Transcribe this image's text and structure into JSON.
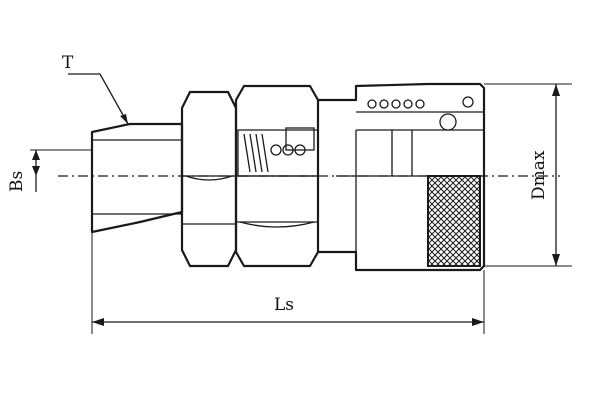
{
  "diagram": {
    "labels": {
      "thread": "T",
      "bore": "Bs",
      "length": "Ls",
      "diameter": "Dmax"
    }
  }
}
